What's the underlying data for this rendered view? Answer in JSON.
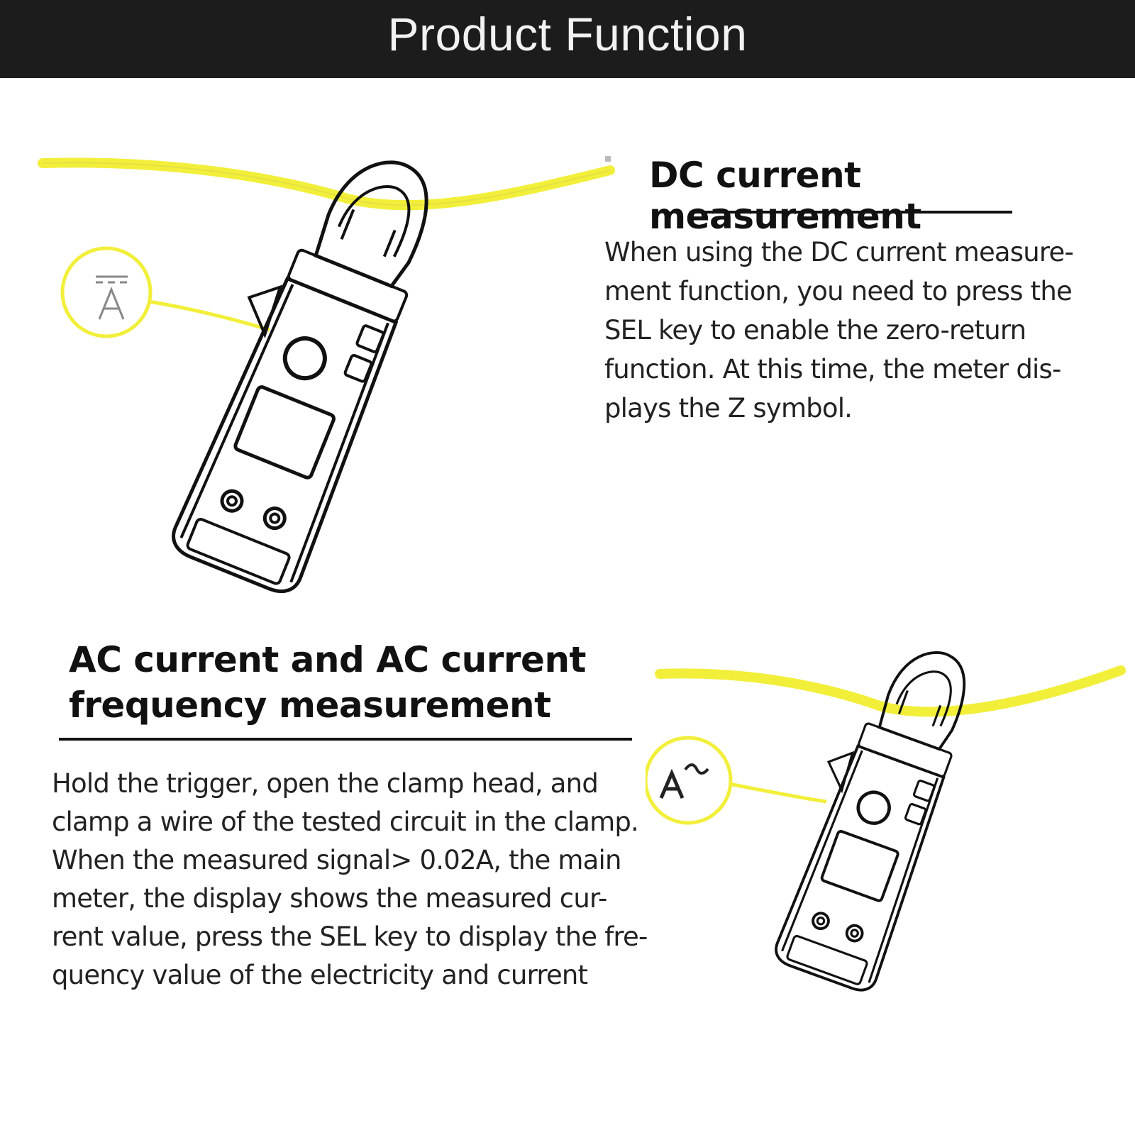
{
  "header": {
    "title": "Product Function"
  },
  "dc_section": {
    "title": "DC current measurement",
    "lines": [
      "When using the DC current measure-",
      "ment function, you need to press the",
      "SEL key to enable the zero-return",
      "function. At this time, the meter dis-",
      "plays the Z symbol."
    ],
    "symbol_icon": "dc-ampere-icon"
  },
  "ac_section": {
    "title_lines": [
      "AC current and AC current",
      "frequency measurement"
    ],
    "lines": [
      "Hold the trigger, open the clamp head, and",
      "clamp a wire of the tested circuit in the clamp.",
      "When the measured signal> 0.02A, the main",
      "meter, the display shows the measured cur-",
      "rent value, press the SEL key to display the fre-",
      "quency value of the electricity and current"
    ],
    "symbol_icon": "ac-ampere-icon"
  },
  "colors": {
    "header_bg": "#1c1c1c",
    "highlight": "#f2ef3a",
    "text": "#222222"
  }
}
